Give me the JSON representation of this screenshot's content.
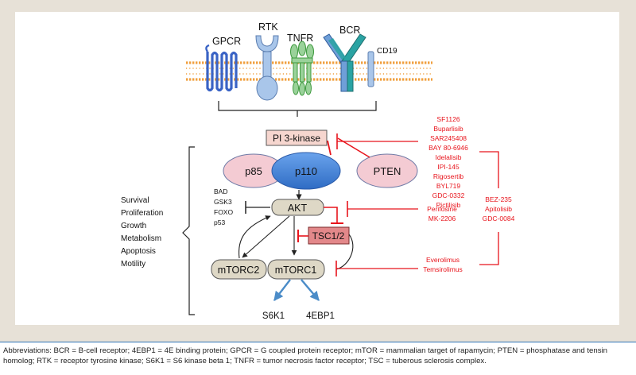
{
  "receptors": {
    "gpcr": "GPCR",
    "rtk": "RTK",
    "tnfr": "TNFR",
    "bcr": "BCR",
    "cd19": "CD19"
  },
  "pathway": {
    "pi3k": "PI 3-kinase",
    "p85": "p85",
    "p110": "p110",
    "pten": "PTEN",
    "akt": "AKT",
    "tsc": "TSC1/2",
    "mtorc2": "mTORC2",
    "mtorc1": "mTORC1",
    "s6k1": "S6K1",
    "eif4ebp1": "4EBP1"
  },
  "akt_targets": [
    "BAD",
    "GSK3",
    "FOXO",
    "p53"
  ],
  "outcomes": [
    "Survival",
    "Proliferation",
    "Growth",
    "Metabolism",
    "Apoptosis",
    "Motility"
  ],
  "inhibitors": {
    "pi3k": [
      "SF1126",
      "Buparlisib",
      "SAR245408",
      "BAY 80-6946",
      "Idelalisib",
      "IPI-145",
      "Rigosertib",
      "BYL719",
      "GDC-0332",
      "Pictilisib"
    ],
    "akt": [
      "Perifosine",
      "MK-2206"
    ],
    "mtor": [
      "Everolimus",
      "Temsirolimus"
    ],
    "dual": [
      "BEZ-235",
      "Apitolisib",
      "GDC-0084"
    ]
  },
  "caption": "Abbreviations: BCR = B-cell receptor; 4EBP1 = 4E binding protein; GPCR = G coupled protein receptor; mTOR = mammalian target of rapamycin; PTEN = phosphatase and tensin homolog; RTK = receptor tyrosine kinase; S6K1 = S6 kinase beta 1; TNFR = tumor necrosis factor receptor; TSC = tuberous sclerosis complex.",
  "colors": {
    "frame": "#e7e1d7",
    "membrane": "#f0a040",
    "inhibitor_red": "#e8141c",
    "p110_blue": "#3f7fd6",
    "pink": "#f4cbd3",
    "tsc_fill": "#e3888a",
    "complex_fill": "#ded8c6",
    "arrow_blue": "#4b8cc8",
    "caption_rule": "#2e74b5"
  }
}
